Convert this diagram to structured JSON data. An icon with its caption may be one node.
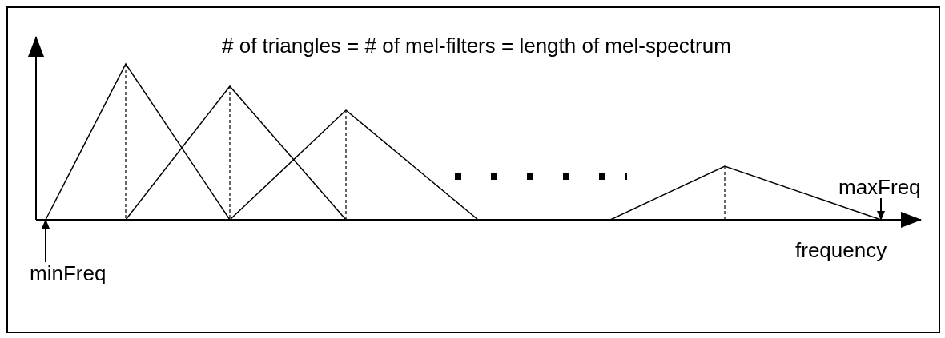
{
  "diagram": {
    "nodes": [
      {
        "text": [
          "minFreq"
        ]
      },
      {
        "text": [
          "maxFreq"
        ]
      },
      {
        "text": [],
        "shape": "arrow"
      }
    ],
    "edges": [
      {
        "from": 0,
        "to": 2,
        "arrow": "to"
      },
      {
        "from": 1,
        "to": 2,
        "arrow": "to"
      }
    ],
    "labels": [
      "# of triangles = # of mel-filters = length of mel-spectrum",
      "frequency"
    ]
  }
}
